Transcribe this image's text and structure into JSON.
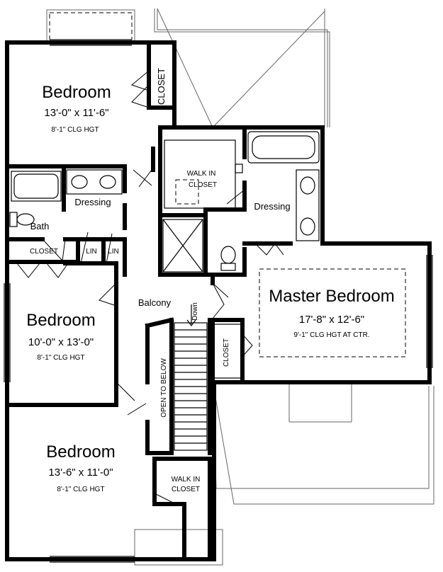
{
  "rooms": {
    "bedroom_top": {
      "name": "Bedroom",
      "size": "13'-0\" x 11'-6\"",
      "ceiling": "8'-1\" CLG HGT"
    },
    "bedroom_mid": {
      "name": "Bedroom",
      "size": "10'-0\" x 13'-0\"",
      "ceiling": "8'-1\" CLG HGT"
    },
    "bedroom_bottom": {
      "name": "Bedroom",
      "size": "13'-6\" x 11'-0\"",
      "ceiling": "8'-1\" CLG HGT"
    },
    "master": {
      "name": "Master Bedroom",
      "size": "17'-8\" x 12'-6\"",
      "ceiling": "9'-1\" CLG HGT AT CTR."
    }
  },
  "labels": {
    "closet": "CLOSET",
    "walk_in_1": "WALK IN",
    "walk_in_2": "CLOSET",
    "dressing": "Dressing",
    "bath": "Bath",
    "lin": "LIN",
    "balcony": "Balcony",
    "open_to_below": "OPEN TO BELOW",
    "down": "Down"
  }
}
